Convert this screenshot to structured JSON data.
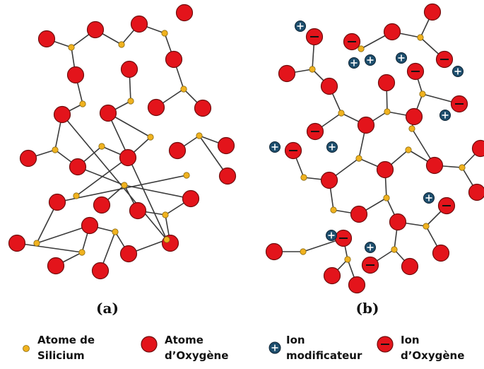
{
  "captions": {
    "a": "(a)",
    "b": "(b)"
  },
  "legend": {
    "silicon": {
      "line1": "Atome de",
      "line2": "Silicium"
    },
    "oxygen": {
      "line1": "Atome",
      "line2": "d’Oxygène"
    },
    "modifier_ion": {
      "line1": "Ion",
      "line2": "modificateur"
    },
    "oxygen_ion": {
      "line1": "Ion",
      "line2": "d’Oxygène"
    }
  },
  "colors": {
    "oxygen": "#e3141b",
    "silicon": "#f0b21f",
    "modifier_ion": "#1e4f6e"
  },
  "icons": {
    "silicon": "small-yellow-dot-icon",
    "oxygen": "red-circle-icon",
    "modifier_ion": "blue-plus-circle-icon",
    "oxygen_ion": "red-minus-circle-icon"
  }
}
